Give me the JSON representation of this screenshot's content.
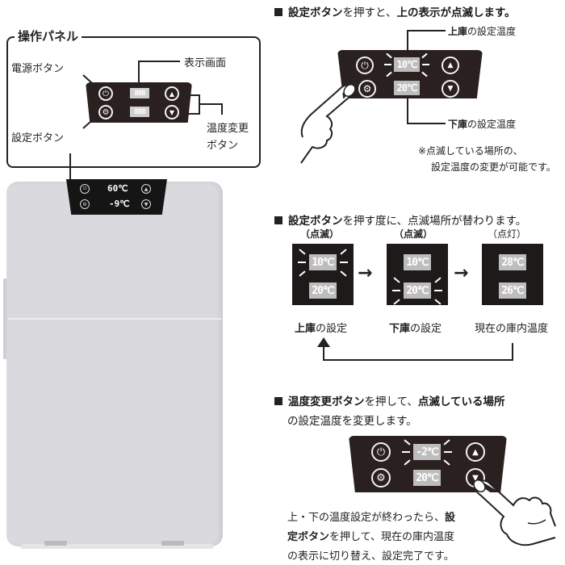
{
  "operation_panel": {
    "title": "操作パネル",
    "labels": {
      "power": "電源ボタン",
      "display": "表示画面",
      "setting": "設定ボタン",
      "temp_change_line1": "温度変更",
      "temp_change_line2": "ボタン"
    },
    "lcd_placeholder": "888"
  },
  "fridge": {
    "upper_display": "60℃",
    "lower_display": "-9℃"
  },
  "section1": {
    "heading_bold1": "設定ボタン",
    "heading_plain1": "を押すと、",
    "heading_bold2": "上の表示が点滅します。",
    "upper_label_bold": "上庫",
    "upper_label_rest": "の設定温度",
    "lower_label_bold": "下庫",
    "lower_label_rest": "の設定温度",
    "upper_value": "10℃",
    "lower_value": "20℃",
    "note_line1": "※点滅している場所の、",
    "note_line2": "設定温度の変更が可能です。"
  },
  "section2": {
    "heading_bold": "設定ボタン",
    "heading_plain": "を押す度に、点滅場所が替わります。",
    "steps": [
      {
        "state": "（点滅）",
        "upper": "10℃",
        "lower": "20℃",
        "caption_bold": "上庫",
        "caption_rest": "の設定"
      },
      {
        "state": "（点滅）",
        "upper": "10℃",
        "lower": "20℃",
        "caption_bold": "下庫",
        "caption_rest": "の設定"
      },
      {
        "state": "（点灯）",
        "upper": "28℃",
        "lower": "26℃",
        "caption_bold": "",
        "caption_rest": "現在の庫内温度"
      }
    ]
  },
  "section3": {
    "heading_bold1": "温度変更ボタン",
    "heading_plain1": "を押して、",
    "heading_bold2": "点滅している場所",
    "heading_line2": "の設定温度を変更します。",
    "upper_value": "-2℃",
    "lower_value": "20℃",
    "body_line1_plain": "上・下の温度設定が終わったら、",
    "body_line1_bold": "設",
    "body_line2_bold": "定ボタン",
    "body_line2_plain": "を押して、現在の庫内温度",
    "body_line3": "の表示に切り替え、設定完了です。"
  },
  "icons": {
    "power": "⏻",
    "gear": "⚙",
    "up": "▲",
    "down": "▼"
  }
}
